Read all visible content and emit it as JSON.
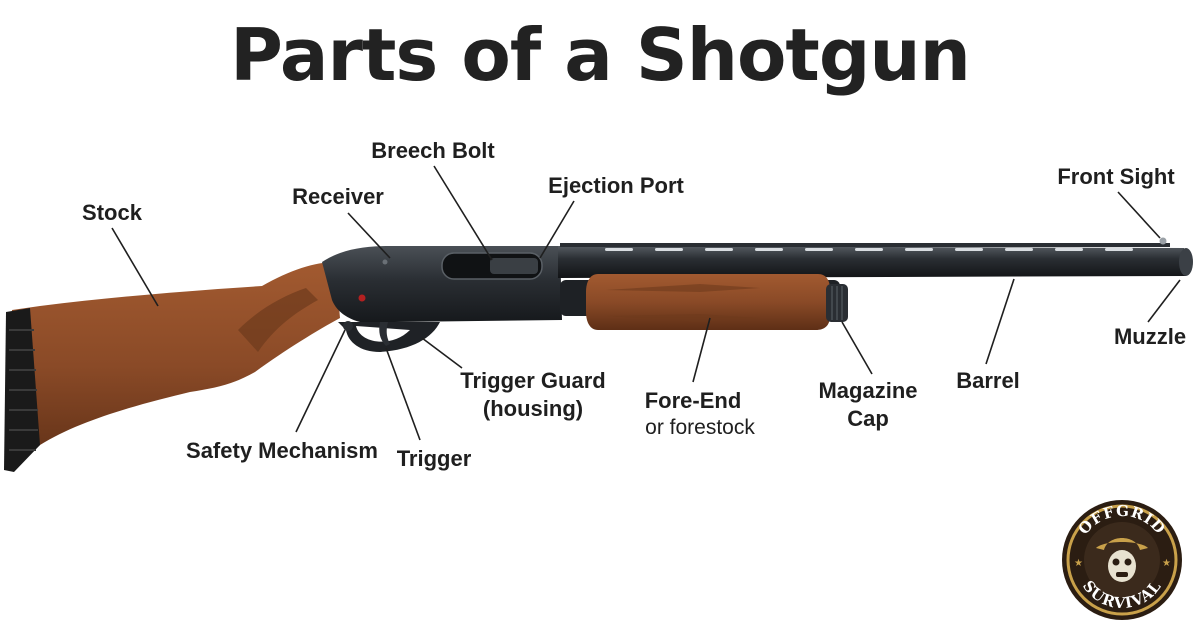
{
  "title": "Parts of a Shotgun",
  "labels": {
    "stock": "Stock",
    "receiver": "Receiver",
    "breech_bolt": "Breech Bolt",
    "ejection_port": "Ejection Port",
    "front_sight": "Front Sight",
    "muzzle": "Muzzle",
    "barrel": "Barrel",
    "magazine_cap_1": "Magazine",
    "magazine_cap_2": "Cap",
    "fore_end": "Fore-End",
    "fore_end_sub": "or forestock",
    "trigger_guard_1": "Trigger Guard",
    "trigger_guard_2": "(housing)",
    "trigger": "Trigger",
    "safety": "Safety Mechanism"
  },
  "logo": {
    "top_text": "OFFGRID",
    "bottom_text": "SURVIVAL"
  },
  "colors": {
    "wood": "#8a4a27",
    "wood_dark": "#5e2f16",
    "metal": "#262a2e",
    "metal_light": "#4a5056",
    "text": "#1f1f1f",
    "logo_ring": "#2b1d12",
    "logo_gold": "#c9a14a"
  }
}
